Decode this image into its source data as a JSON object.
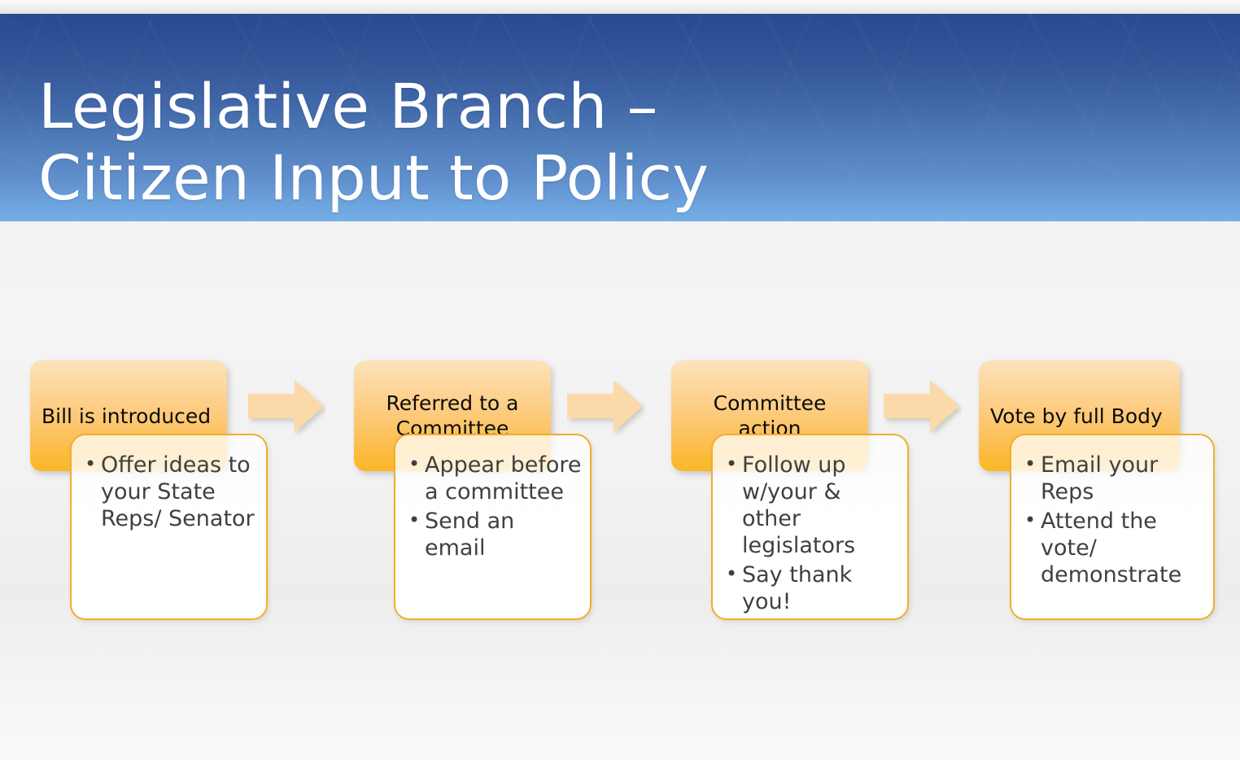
{
  "slide": {
    "title_line1": "Legislative Branch –",
    "title_line2": "Citizen Input to Policy",
    "title_full": "Legislative Branch –\nCitizen Input to Policy",
    "colors": {
      "banner_top": "#2a4a8e",
      "banner_bottom": "#74aee6",
      "chip_gradient_top": "#fde2bb",
      "chip_gradient_bottom": "#fcb726",
      "card_border": "#f2ad2c",
      "arrow_fill": "#fbd9a8",
      "body_text": "#404040",
      "chip_text": "#0b0b0b",
      "background": "#f1f1f1"
    }
  },
  "process": {
    "steps": [
      {
        "id": "bill-introduced",
        "chip_label": "Bill is introduced",
        "chip_align": "left",
        "bullets": [
          "Offer ideas to your State Reps/ Senator"
        ]
      },
      {
        "id": "referred-to-committee",
        "chip_label": "Referred to a Committee",
        "chip_align": "center",
        "bullets": [
          "Appear before a committee",
          "Send an email"
        ]
      },
      {
        "id": "committee-action",
        "chip_label": "Committee action",
        "chip_align": "center",
        "bullets": [
          "Follow up w/your & other legislators",
          "Say thank you!"
        ]
      },
      {
        "id": "vote-full-body",
        "chip_label": "Vote by full Body",
        "chip_align": "left",
        "bullets": [
          "Email your Reps",
          "Attend the vote/ demonstrate"
        ]
      }
    ],
    "arrows": [
      {
        "id": "arrow-1",
        "icon": "right-arrow-icon"
      },
      {
        "id": "arrow-2",
        "icon": "right-arrow-icon"
      },
      {
        "id": "arrow-3",
        "icon": "right-arrow-icon"
      }
    ]
  }
}
